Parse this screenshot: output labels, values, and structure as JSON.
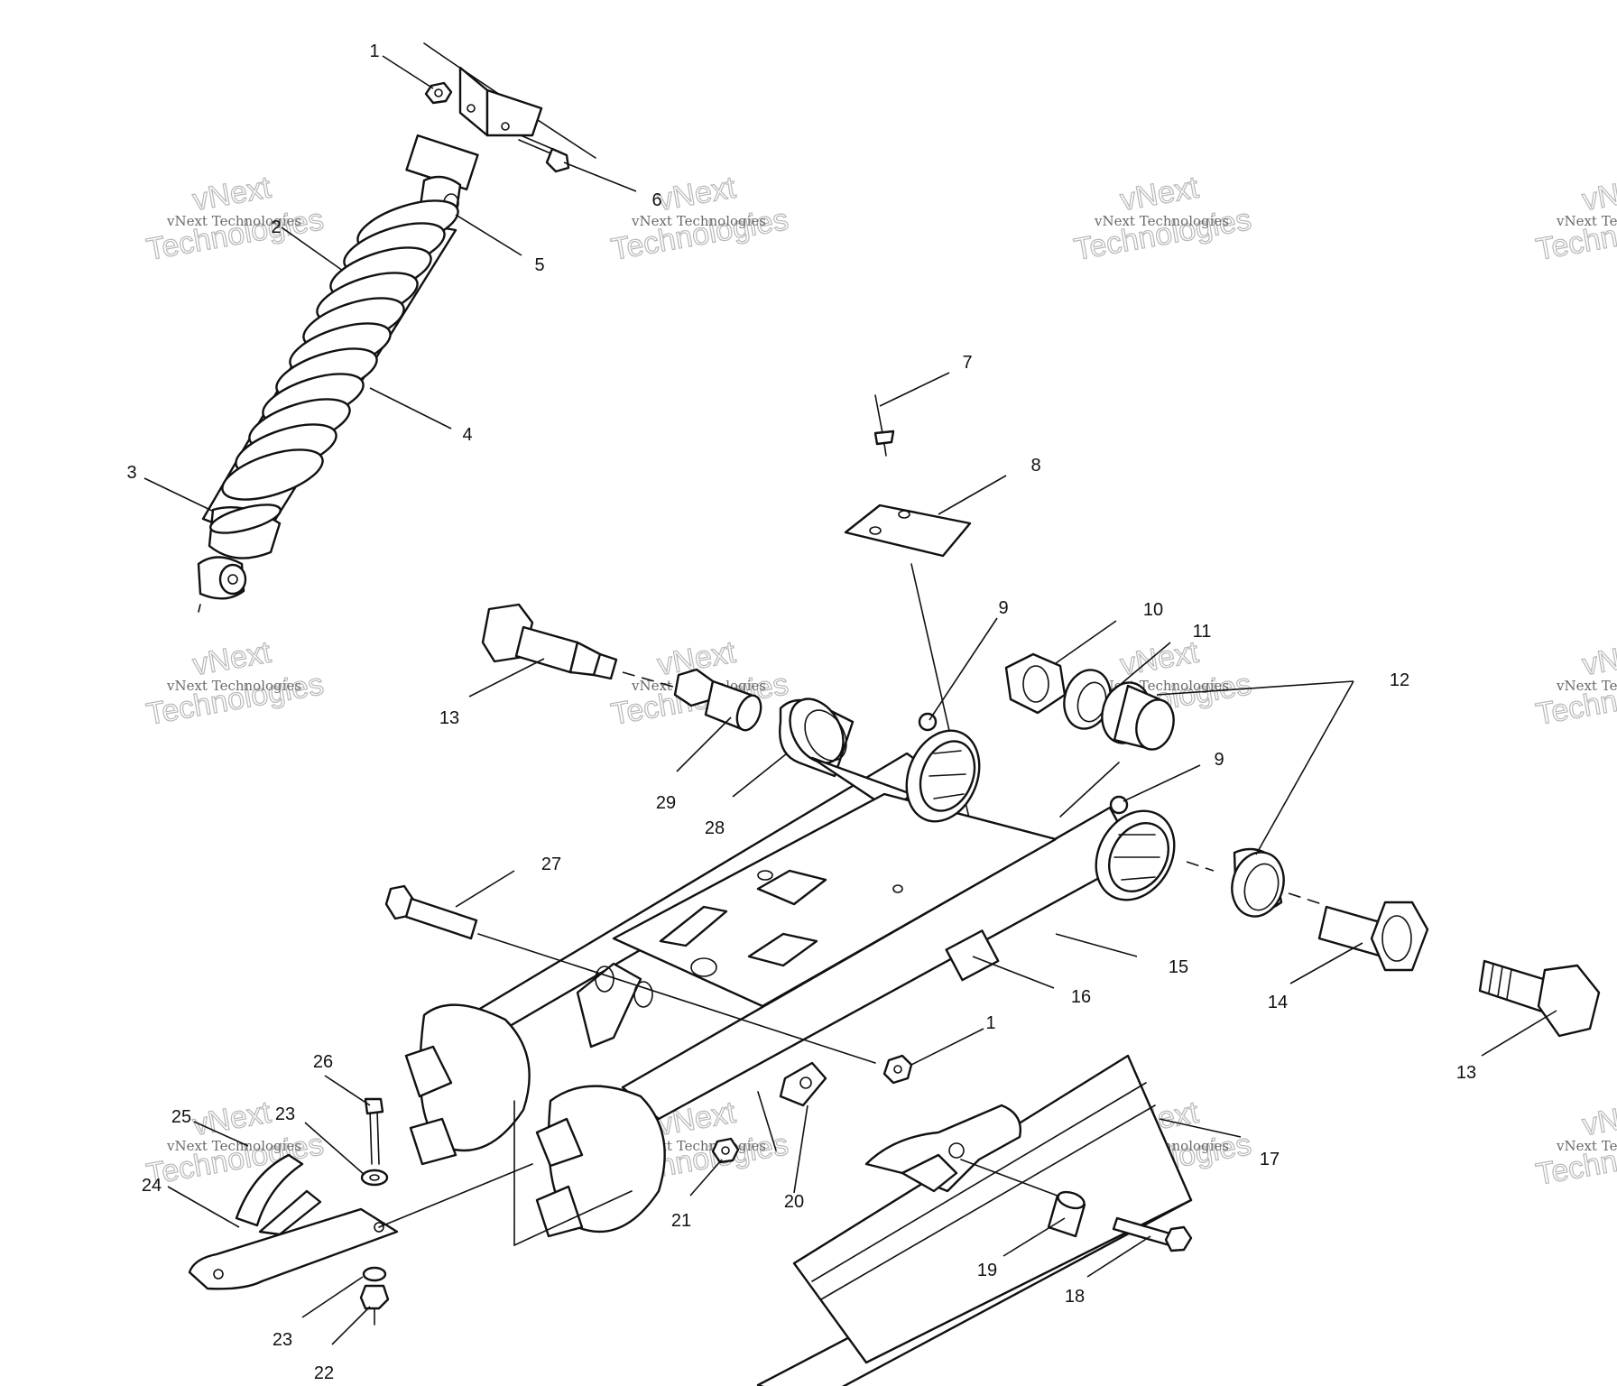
{
  "watermark": {
    "line1": "vNext",
    "line2": "vNext Technologies",
    "line3": "Technologies"
  },
  "callouts": [
    {
      "id": "1a",
      "text": "1"
    },
    {
      "id": "6",
      "text": "6"
    },
    {
      "id": "5",
      "text": "5"
    },
    {
      "id": "2",
      "text": "2"
    },
    {
      "id": "4",
      "text": "4"
    },
    {
      "id": "3",
      "text": "3"
    },
    {
      "id": "7",
      "text": "7"
    },
    {
      "id": "8",
      "text": "8"
    },
    {
      "id": "9a",
      "text": "9"
    },
    {
      "id": "10",
      "text": "10"
    },
    {
      "id": "11",
      "text": "11"
    },
    {
      "id": "12",
      "text": "12"
    },
    {
      "id": "13a",
      "text": "13"
    },
    {
      "id": "29",
      "text": "29"
    },
    {
      "id": "28",
      "text": "28"
    },
    {
      "id": "9b",
      "text": "9"
    },
    {
      "id": "27",
      "text": "27"
    },
    {
      "id": "15",
      "text": "15"
    },
    {
      "id": "16",
      "text": "16"
    },
    {
      "id": "14",
      "text": "14"
    },
    {
      "id": "13b",
      "text": "13"
    },
    {
      "id": "1b",
      "text": "1"
    },
    {
      "id": "26",
      "text": "26"
    },
    {
      "id": "25",
      "text": "25"
    },
    {
      "id": "23a",
      "text": "23"
    },
    {
      "id": "24",
      "text": "24"
    },
    {
      "id": "17",
      "text": "17"
    },
    {
      "id": "20",
      "text": "20"
    },
    {
      "id": "21",
      "text": "21"
    },
    {
      "id": "19",
      "text": "19"
    },
    {
      "id": "18",
      "text": "18"
    },
    {
      "id": "23b",
      "text": "23"
    },
    {
      "id": "22",
      "text": "22"
    }
  ]
}
